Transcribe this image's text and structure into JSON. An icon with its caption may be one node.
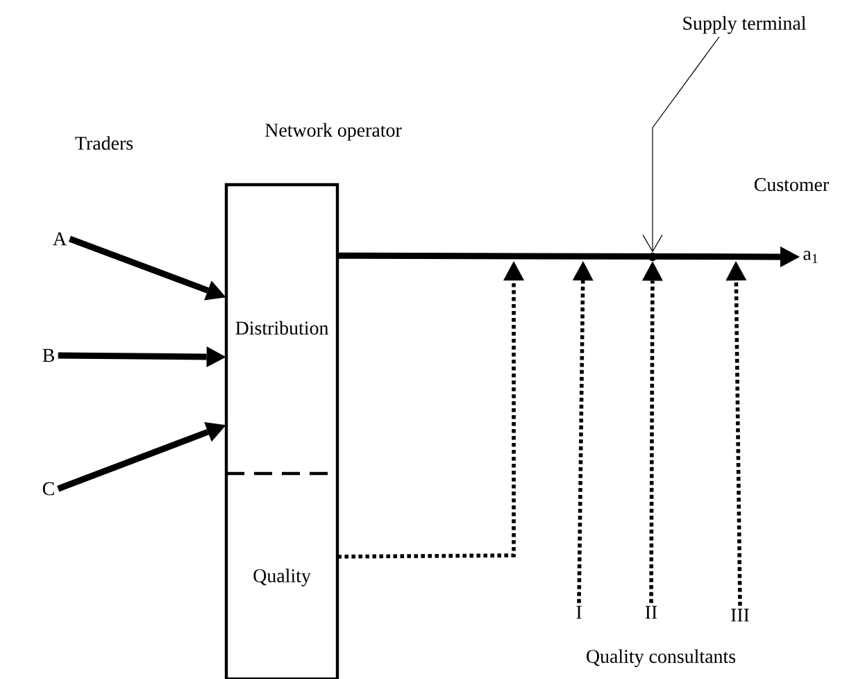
{
  "diagram": {
    "nodes": [
      {
        "text": [
          "Network operator"
        ]
      },
      {
        "text": [
          "Distribution"
        ],
        "in": 0
      },
      {
        "text": [
          "Quality"
        ],
        "in": 0
      },
      {
        "text": [
          "A"
        ]
      },
      {
        "text": [
          "B"
        ]
      },
      {
        "text": [
          "C"
        ]
      },
      {
        "text": [
          "a$_{1}$"
        ]
      },
      {
        "text": [
          "I"
        ]
      },
      {
        "text": [
          "II"
        ]
      },
      {
        "text": [
          "III"
        ]
      },
      {
        "text": [
          "Supply terminal"
        ]
      },
      {
        "text": [],
        "shape": "circle"
      }
    ],
    "edges": [
      {
        "from": 3,
        "to": 1,
        "arrow": "to"
      },
      {
        "from": 4,
        "to": 1,
        "arrow": "to"
      },
      {
        "from": 5,
        "to": 1,
        "arrow": "to"
      },
      {
        "from": 1,
        "to": 6,
        "arrow": "to"
      },
      {
        "from": 10,
        "to": 11,
        "arrow": "to"
      },
      {
        "from": 2,
        "to": null,
        "arrow": "to",
        "style": "dashed"
      },
      {
        "from": 7,
        "to": null,
        "arrow": "to",
        "style": "dashed"
      },
      {
        "from": 8,
        "to": 11,
        "arrow": "to",
        "style": "dashed"
      },
      {
        "from": 9,
        "to": null,
        "arrow": "to",
        "style": "dashed"
      }
    ],
    "labels": [
      "Traders",
      "Customer",
      "Quality consultants"
    ]
  }
}
